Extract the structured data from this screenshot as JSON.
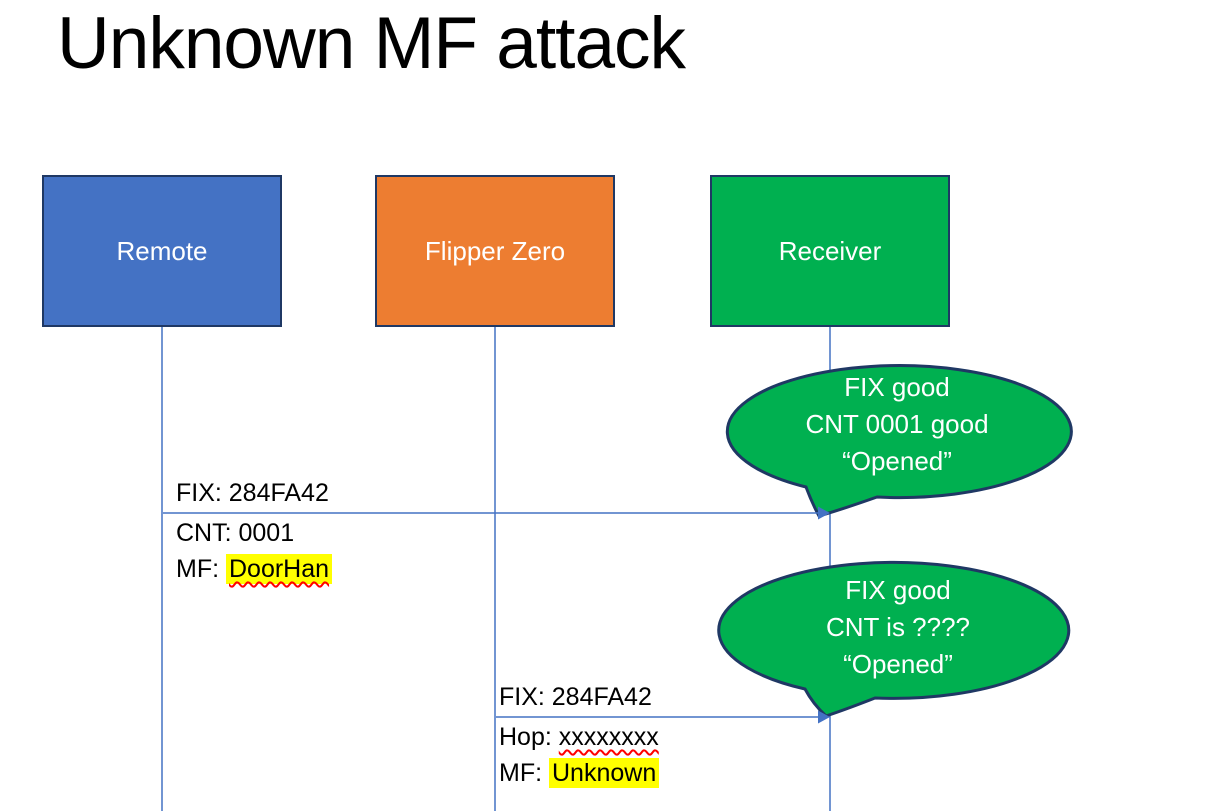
{
  "slide": {
    "title": "Unknown MF attack"
  },
  "actors": [
    {
      "label": "Remote"
    },
    {
      "label": "Flipper Zero"
    },
    {
      "label": "Receiver"
    }
  ],
  "messages": {
    "m1": {
      "fix": "FIX: 284FA42",
      "cnt": "CNT: 0001",
      "mf_prefix": "MF: ",
      "mf_value": "DoorHan"
    },
    "m2": {
      "fix": "FIX: 284FA42",
      "hop_prefix": "Hop: ",
      "hop_value": "xxxxxxxx",
      "mf_prefix": "MF: ",
      "mf_value": "Unknown"
    }
  },
  "bubbles": {
    "b1": {
      "line1": "FIX good",
      "line2": "CNT 0001 good",
      "line3": "“Opened”"
    },
    "b2": {
      "line1": "FIX good",
      "line2": "CNT is ????",
      "line3": "“Opened”"
    }
  },
  "colors": {
    "remote_fill": "#4472C4",
    "flipper_fill": "#ED7D31",
    "receiver_fill": "#00B050",
    "bubble_fill": "#00B050",
    "outline": "#1F3864",
    "line": "#4472C4",
    "text_dark": "#000000",
    "text_light": "#FFFFFF",
    "highlight": "#FFFF00",
    "squiggle": "#FF0000"
  }
}
